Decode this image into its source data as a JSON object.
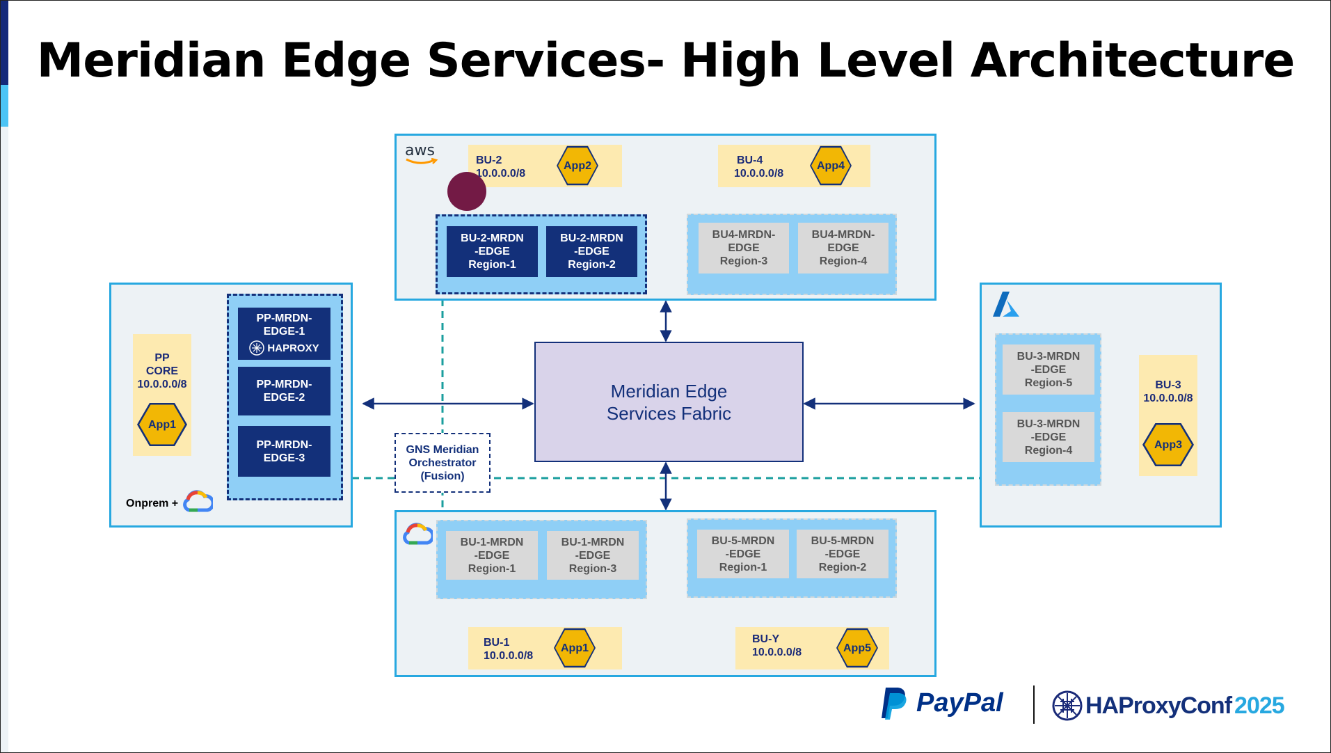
{
  "title": "Meridian Edge Services- High Level Architecture",
  "fabric": {
    "line1": "Meridian Edge",
    "line2": "Services Fabric"
  },
  "orchestrator": {
    "line1": "GNS Meridian",
    "line2": "Orchestrator",
    "line3": "(Fusion)"
  },
  "aws": {
    "logo_text": "aws",
    "bu2": {
      "name": "BU-2",
      "cidr": "10.0.0.0/8",
      "app": "App2"
    },
    "bu4": {
      "name": "BU-4",
      "cidr": "10.0.0.0/8",
      "app": "App4"
    },
    "bu2_edges": [
      {
        "l1": "BU-2-MRDN",
        "l2": "-EDGE",
        "l3": "Region-1"
      },
      {
        "l1": "BU-2-MRDN",
        "l2": "-EDGE",
        "l3": "Region-2"
      }
    ],
    "bu4_edges": [
      {
        "l1": "BU4-MRDN-",
        "l2": "EDGE",
        "l3": "Region-3"
      },
      {
        "l1": "BU4-MRDN-",
        "l2": "EDGE",
        "l3": "Region-4"
      }
    ]
  },
  "onprem": {
    "label": "Onprem +",
    "pp": {
      "l1": "PP",
      "l2": "CORE",
      "l3": "10.0.0.0/8",
      "app": "App1"
    },
    "edges": [
      {
        "l1": "PP-MRDN-",
        "l2": "EDGE-1"
      },
      {
        "l1": "PP-MRDN-",
        "l2": "EDGE-2"
      },
      {
        "l1": "PP-MRDN-",
        "l2": "EDGE-3"
      }
    ],
    "haproxy_badge": "HAPROXY"
  },
  "azure": {
    "bu3": {
      "name": "BU-3",
      "cidr": "10.0.0.0/8",
      "app": "App3"
    },
    "edges": [
      {
        "l1": "BU-3-MRDN",
        "l2": "-EDGE",
        "l3": "Region-5"
      },
      {
        "l1": "BU-3-MRDN",
        "l2": "-EDGE",
        "l3": "Region-4"
      }
    ]
  },
  "gcp": {
    "bu1": {
      "name": "BU-1",
      "cidr": "10.0.0.0/8",
      "app": "App1"
    },
    "buy": {
      "name": "BU-Y",
      "cidr": "10.0.0.0/8",
      "app": "App5"
    },
    "bu1_edges": [
      {
        "l1": "BU-1-MRDN",
        "l2": "-EDGE",
        "l3": "Region-1"
      },
      {
        "l1": "BU-1-MRDN",
        "l2": "-EDGE",
        "l3": "Region-3"
      }
    ],
    "bu5_edges": [
      {
        "l1": "BU-5-MRDN",
        "l2": "-EDGE",
        "l3": "Region-1"
      },
      {
        "l1": "BU-5-MRDN",
        "l2": "-EDGE",
        "l3": "Region-2"
      }
    ]
  },
  "footer": {
    "paypal": "PayPal",
    "haproxyconf": "HAProxyConf",
    "year": "2025"
  },
  "colors": {
    "navy": "#13307a",
    "panel_border": "#27a8e0",
    "fabric_fill": "#d9d3ea",
    "teal_dash": "#1a9e9e",
    "app_hex": "#f2b705",
    "bu_fill": "#fdeab0"
  }
}
